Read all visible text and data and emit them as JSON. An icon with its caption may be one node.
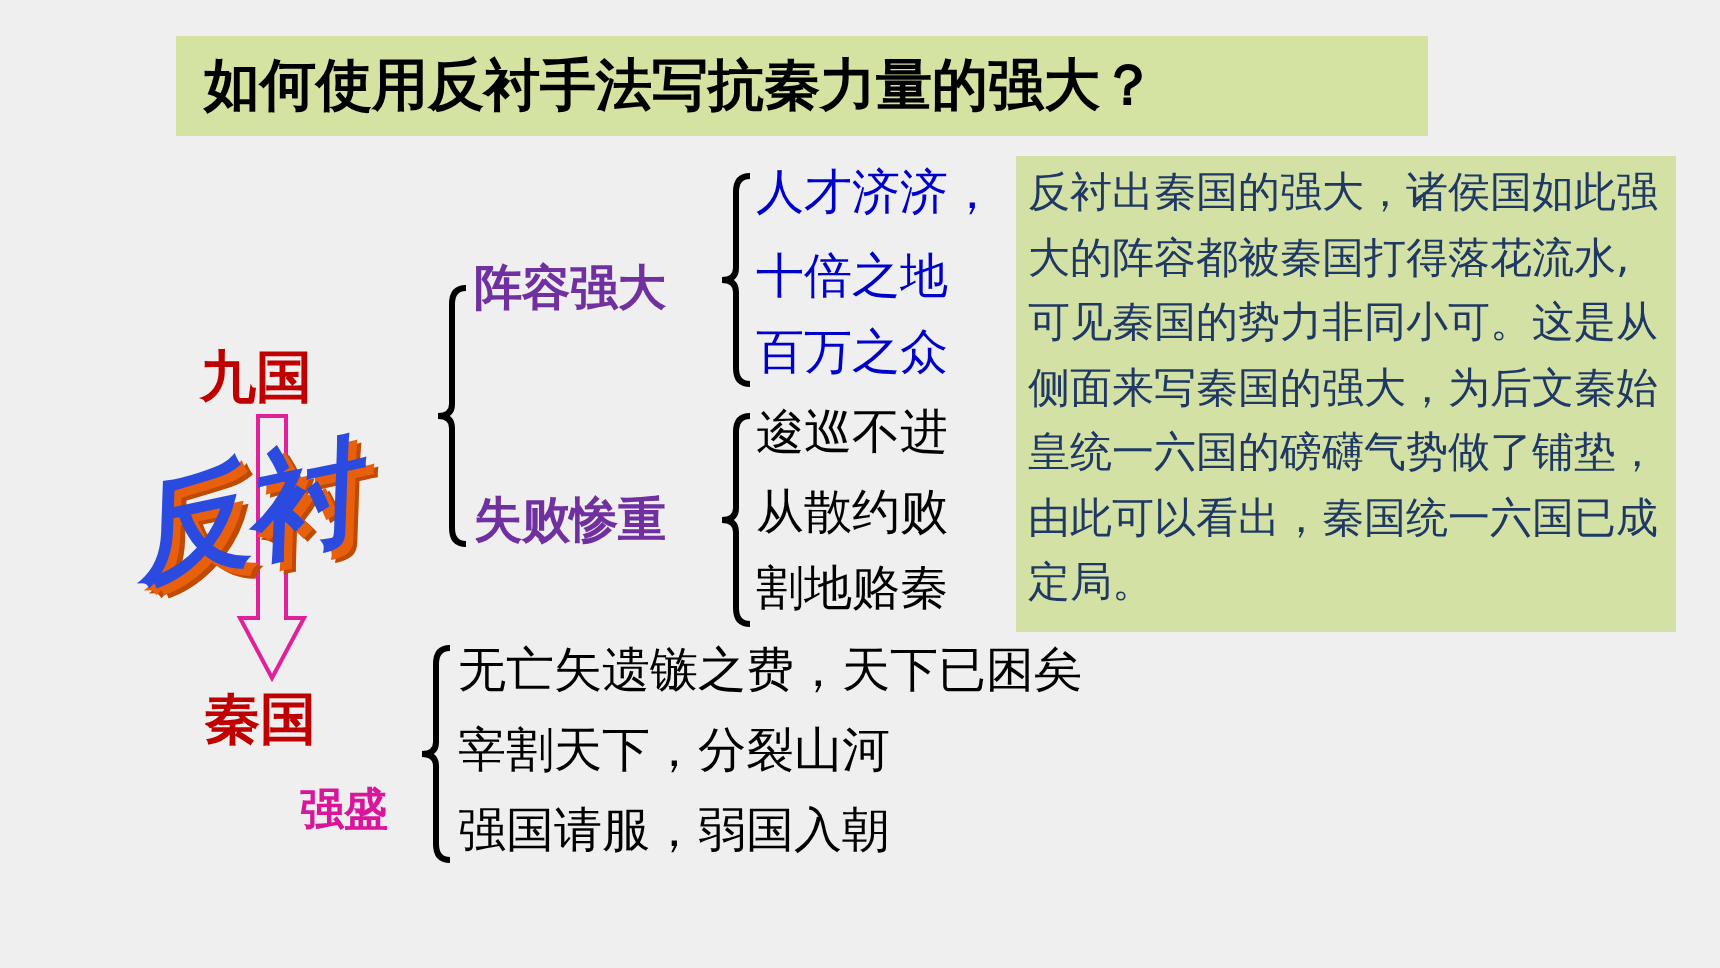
{
  "diagram": {
    "title": "如何使用反衬手法写抗秦力量的强大？",
    "nodes": [
      {
        "text": [
          "九国"
        ]
      },
      {
        "text": [
          "秦国"
        ],
        "beside": [
          "强盛"
        ]
      },
      {
        "text": [
          "反衬出秦国的强大，诸侯国如此强大的阵容都被秦国打得落花流水,可见秦国的势力非同小可。这是从侧面来写秦国的强大，为后文秦始皇统一六国的磅礴气势做了铺垫，由此可以看出，秦国统一六国已成定局。"
        ]
      }
    ],
    "edges": [
      {
        "from": 0,
        "to": 1,
        "arrow": "to"
      }
    ],
    "labels": [
      "人才济济，",
      "阵容强大",
      "十倍之地",
      "百万之众",
      "反衬",
      "逡巡不进",
      "失败惨重",
      "从散约败",
      "割地赂秦",
      "无亡矢遗镞之费，天下已困矣",
      "宰割天下，分裂山河",
      "强国请服，弱国入朝"
    ]
  }
}
